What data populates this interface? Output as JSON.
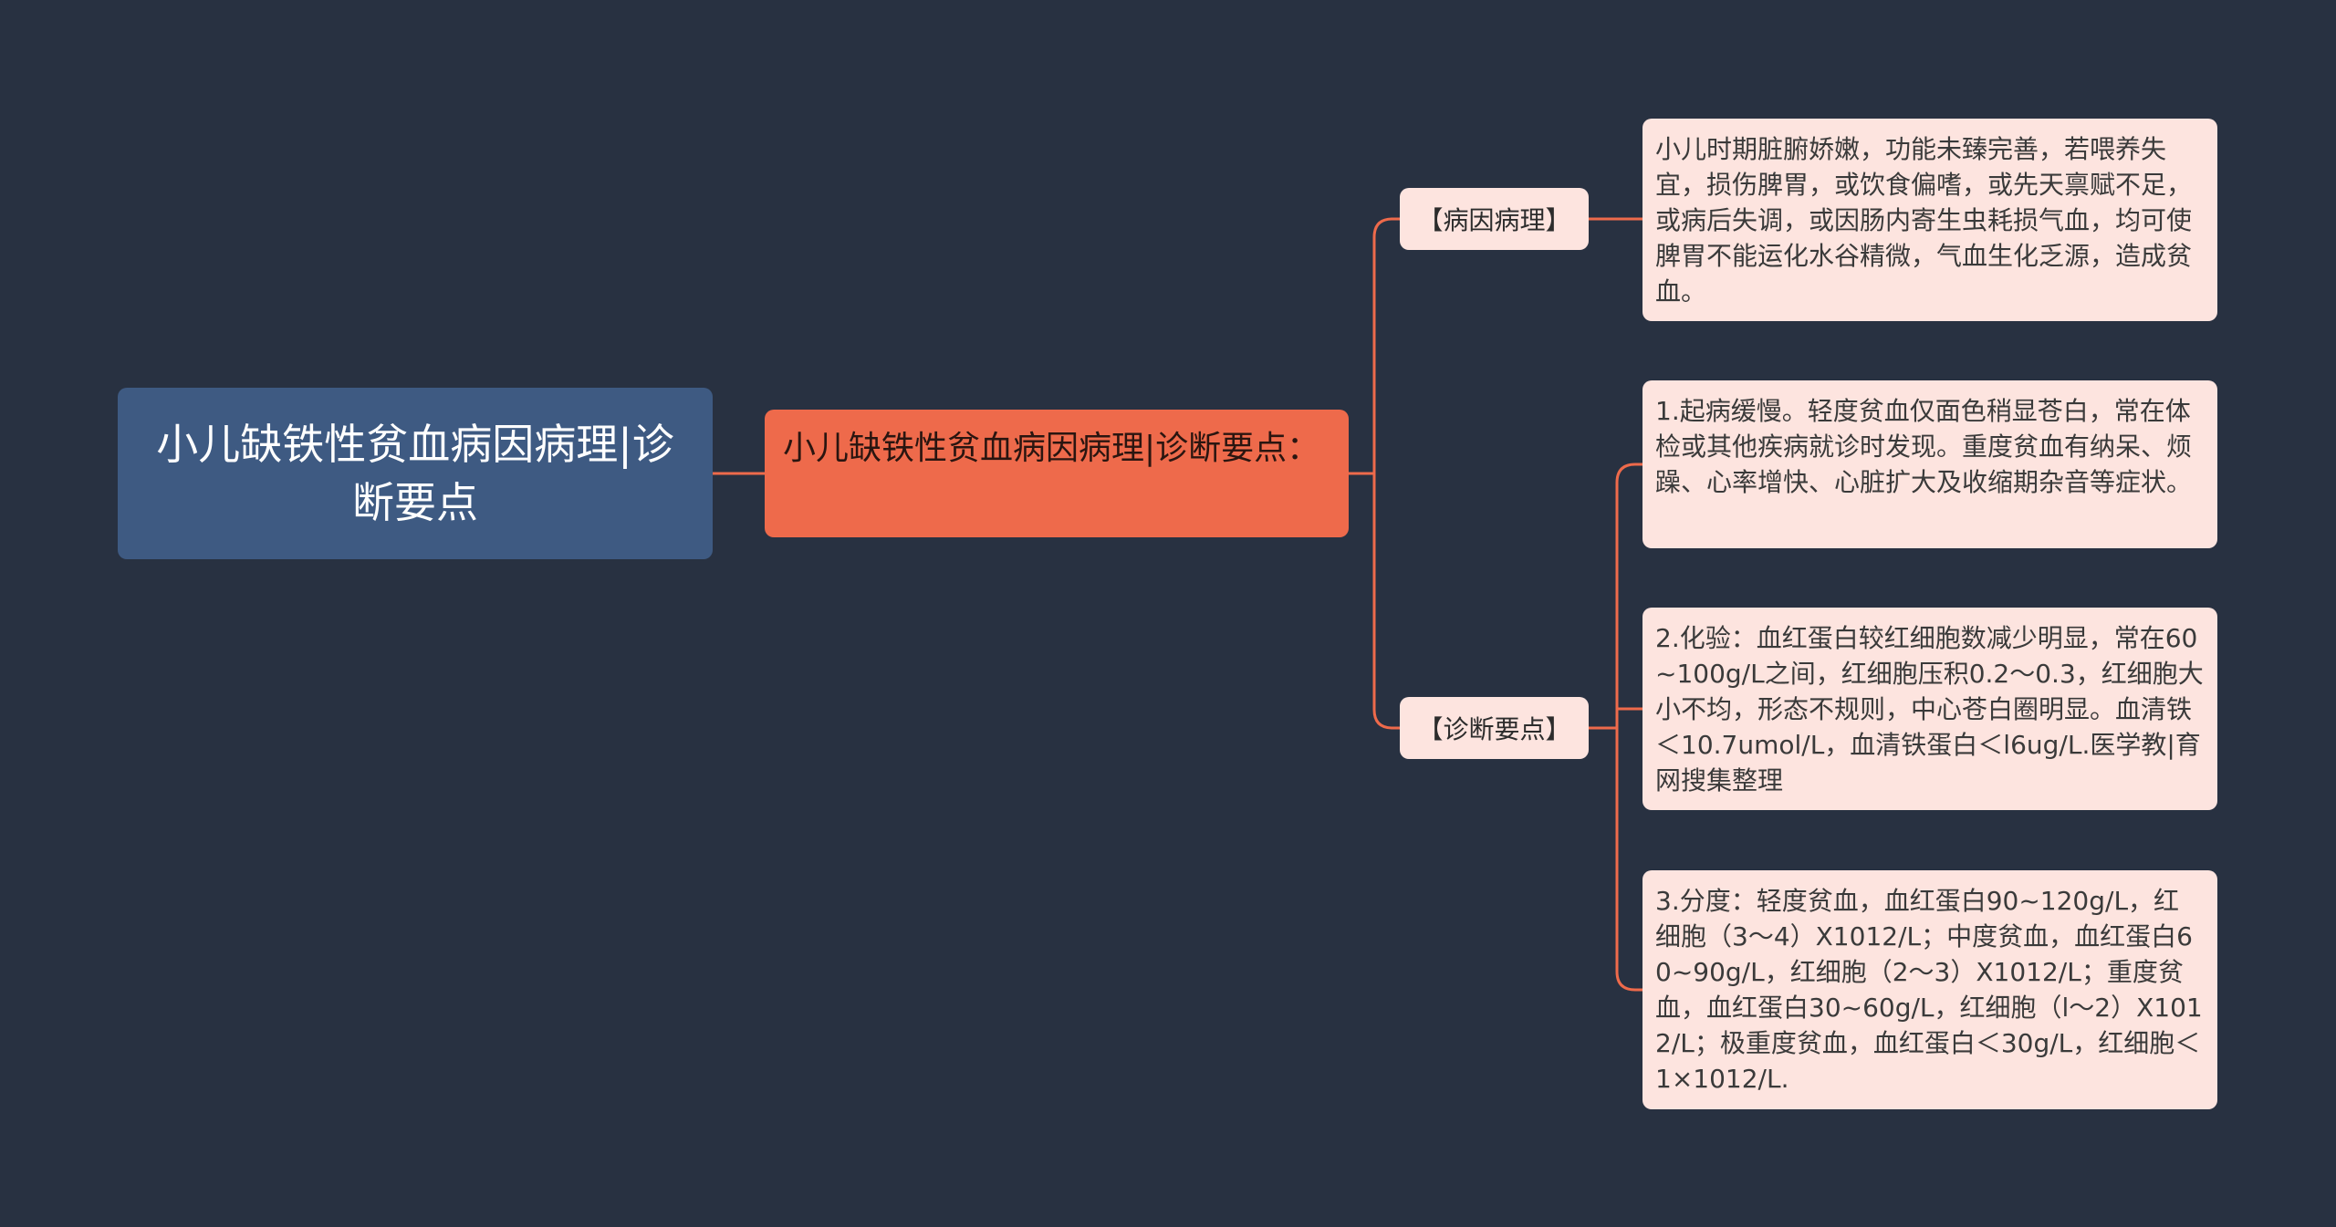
{
  "colors": {
    "background": "#283141",
    "root_fill": "#3e5a82",
    "center_fill": "#ee6a4b",
    "leaf_fill": "#fde4df",
    "connector": "#ee6a4b"
  },
  "root": {
    "title": "小儿缺铁性贫血病因病理|诊断要点"
  },
  "center": {
    "title": "小儿缺铁性贫血病因病理|诊断要点："
  },
  "branches": [
    {
      "label": "【病因病理】",
      "children": [
        "小儿时期脏腑娇嫩，功能未臻完善，若喂养失宜，损伤脾胃，或饮食偏嗜，或先天禀赋不足，或病后失调，或因肠内寄生虫耗损气血，均可使脾胃不能运化水谷精微，气血生化乏源，造成贫血。"
      ]
    },
    {
      "label": "【诊断要点】",
      "children": [
        "1.起病缓慢。轻度贫血仅面色稍显苍白，常在体检或其他疾病就诊时发现。重度贫血有纳呆、烦躁、心率增快、心脏扩大及收缩期杂音等症状。",
        "2.化验：血红蛋白较红细胞数减少明显，常在60~100g/L之间，红细胞压积0.2～0.3，红细胞大小不均，形态不规则，中心苍白圈明显。血清铁＜10.7umol/L，血清铁蛋白＜l6ug/L.医学教|育网搜集整理",
        "3.分度：轻度贫血，血红蛋白90~120g/L，红细胞（3～4）X1012/L；中度贫血，血红蛋白60~90g/L，红细胞（2～3）X1012/L；重度贫血，血红蛋白30~60g/L，红细胞（l～2）X1012/L；极重度贫血，血红蛋白＜30g/L，红细胞＜1×1012/L."
      ]
    }
  ]
}
